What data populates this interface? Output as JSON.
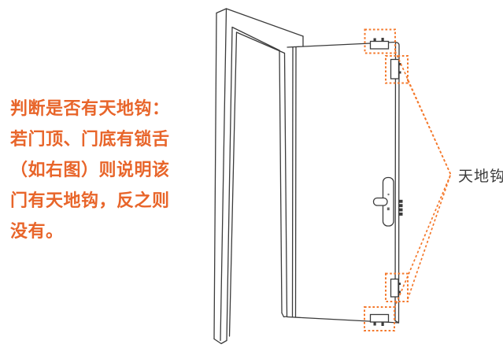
{
  "instruction": {
    "lines": [
      "判断是否有天地钩：",
      "若门顶、门底有锁舌",
      "（如右图）则说明该",
      "门有天地钩，反之则",
      "没有。"
    ],
    "full_text": "判断是否有天地钩：若门顶、门底有锁舌（如右图）则说明该门有天地钩，反之则没有。"
  },
  "diagram": {
    "label": "天地钩",
    "highlighted_parts": [
      "door-top-bolt",
      "door-top-edge-bolt",
      "door-bottom-edge-bolt",
      "door-bottom-bolt"
    ],
    "colors": {
      "text-orange": "#E8652A",
      "highlight-orange": "#F4782B",
      "line-dark": "#3B3B3B",
      "background": "#FFFFFF"
    }
  }
}
